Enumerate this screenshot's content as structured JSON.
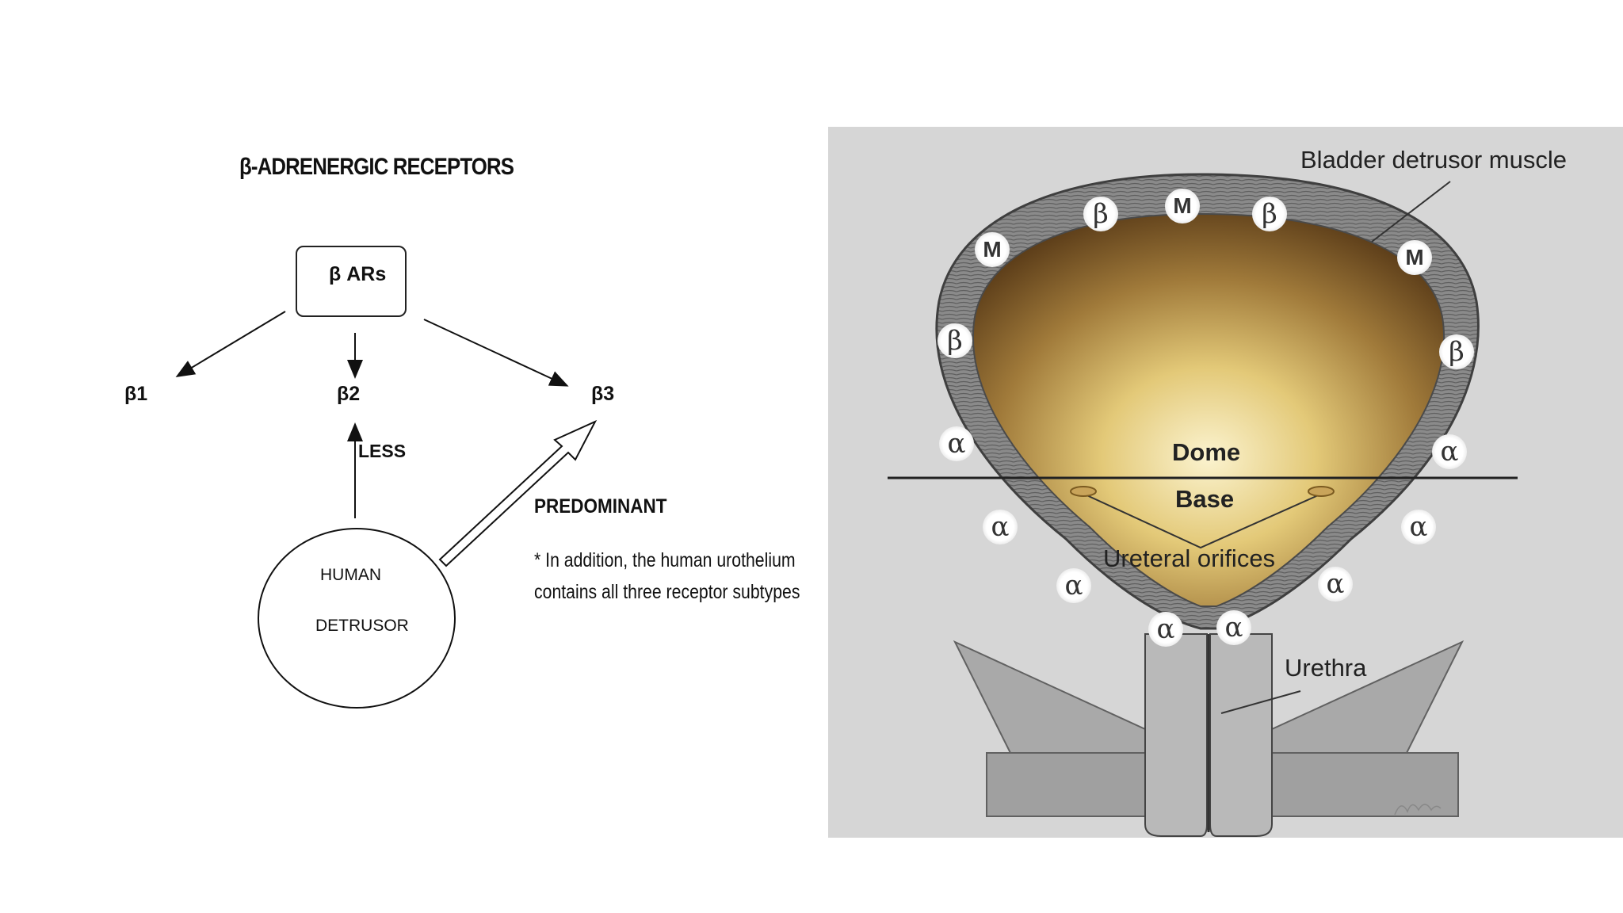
{
  "left": {
    "title": "β-ADRENERGIC RECEPTORS",
    "root": "β ARs",
    "subtypes": [
      "β1",
      "β2",
      "β3"
    ],
    "less_label": "LESS",
    "predominant_label": "PREDOMINANT",
    "source_line1": "HUMAN",
    "source_line2": "DETRUSOR",
    "note_line1": "* In addition, the human urothelium",
    "note_line2": "contains all three receptor subtypes"
  },
  "right": {
    "muscle_label": "Bladder detrusor muscle",
    "dome_label": "Dome",
    "base_label": "Base",
    "ureteral_label": "Ureteral orifices",
    "urethra_label": "Urethra",
    "receptor_symbols": {
      "beta": "β",
      "muscarinic": "M",
      "alpha": "α"
    },
    "colors": {
      "background": "#d6d6d6",
      "bladder_lumen_top": "#6b4a20",
      "bladder_lumen_bottom": "#e9d27a",
      "wall": "#8f8f8f"
    }
  }
}
